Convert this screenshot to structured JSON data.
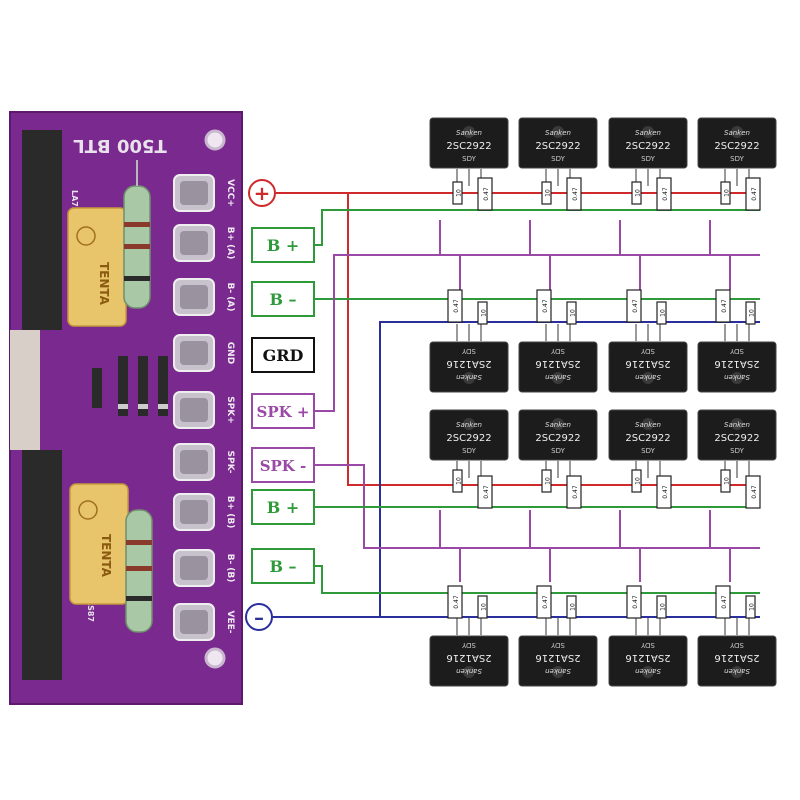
{
  "colors": {
    "pcb": "#7a2a8e",
    "pcb_dark": "#5c1a6c",
    "positive": "#d0292b",
    "negative": "#2b2f9c",
    "base": "#2e9a3a",
    "speaker": "#9a4aa6"
  },
  "board": {
    "title": "T500 BTL",
    "pins": [
      "VCC+",
      "B+ (A)",
      "B- (A)",
      "GND",
      "SPK+",
      "SPK-",
      "B+ (B)",
      "B- (B)",
      "VEE-"
    ],
    "capacitor_brand": "TENTA",
    "side_text_top": "LA735",
    "side_text_bottom": "LS87"
  },
  "terminals": {
    "vcc_symbol": "+",
    "b_plus_a": "B +",
    "b_minus_a": "B –",
    "grd": "GRD",
    "spk_plus": "SPK +",
    "spk_minus": "SPK -",
    "b_plus_b": "B +",
    "b_minus_b": "B –",
    "vee_symbol": "–"
  },
  "parts": {
    "npn_brand": "Sanken",
    "npn_model": "2SC2922",
    "npn_suffix": "SDY",
    "pnp_brand": "Sanken",
    "pnp_model": "2SA1216",
    "pnp_suffix": "SDY",
    "emitter_resistor": "0.47",
    "base_resistor": "10"
  }
}
